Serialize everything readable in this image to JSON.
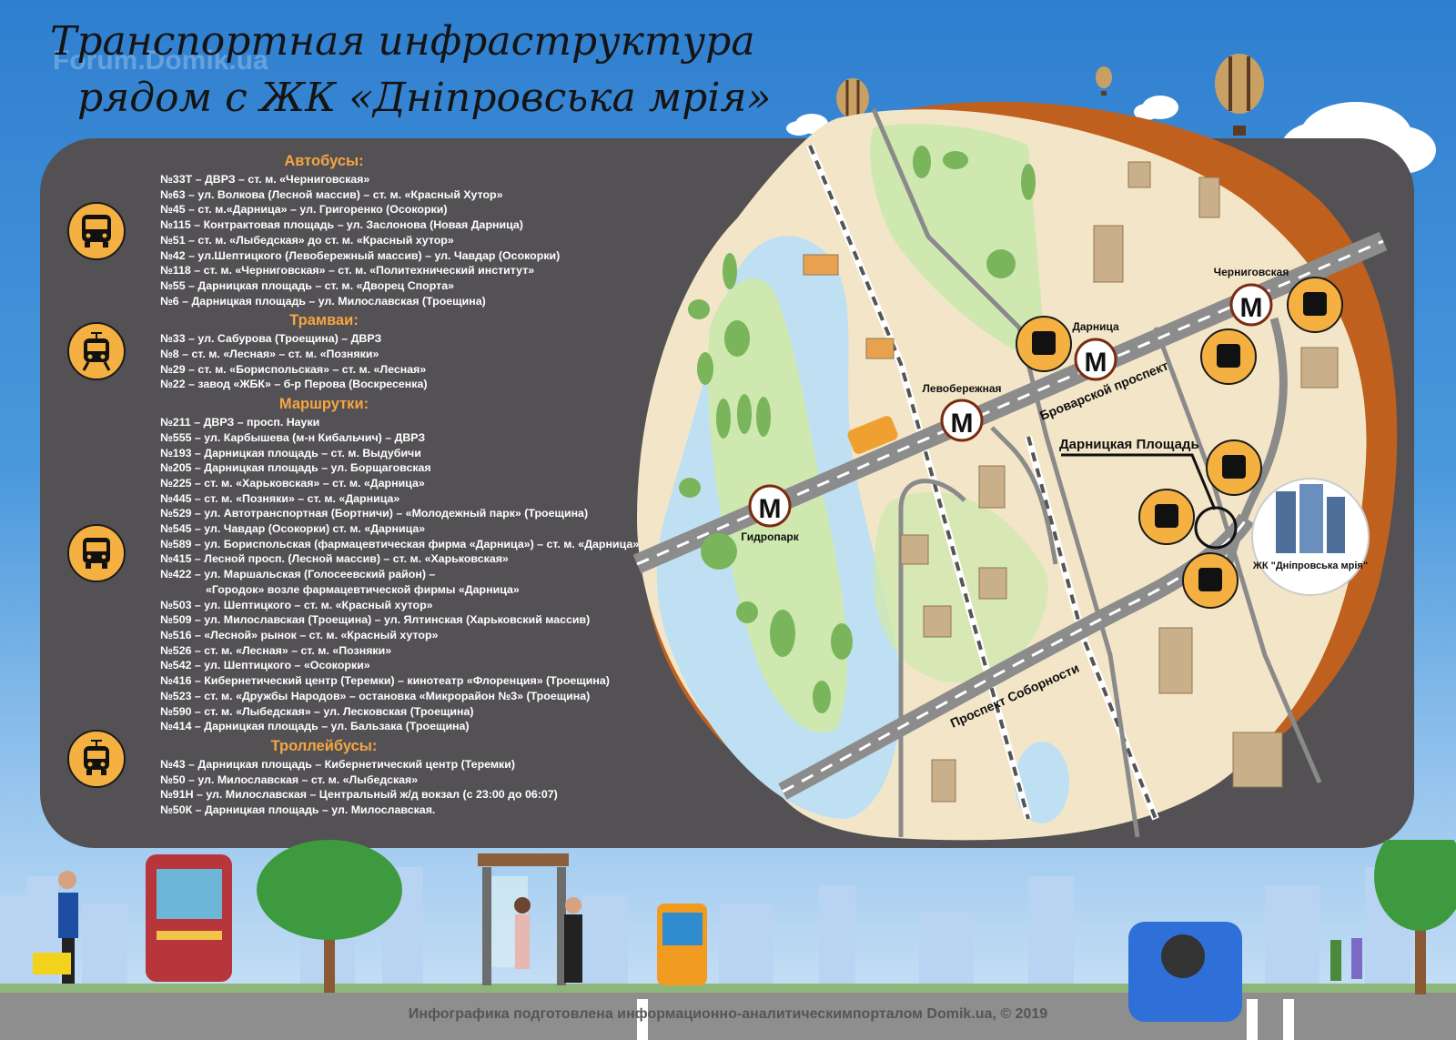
{
  "title": {
    "line1": "Транспортная инфраструктура",
    "line2": "рядом с ЖК «Дніпровська мрія»"
  },
  "watermark": "Forum.Domik.ua",
  "sections": {
    "buses": {
      "title": "Автобусы:",
      "routes": [
        "№33Т – ДВРЗ – ст. м. «Черниговская»",
        "№63 – ул. Волкова (Лесной массив) – ст. м. «Красный Хутор»",
        "№45 – ст. м.«Дарница» – ул. Григоренко (Осокорки)",
        "№115 – Контрактовая площадь – ул. Заслонова (Новая Дарница)",
        "№51 – ст. м. «Лыбедская» до ст. м. «Красный хутор»",
        "№42 – ул.Шептицкого (Левобережный массив) – ул. Чавдар (Осокорки)",
        "№118 – ст. м. «Черниговская» – ст. м. «Политехнический институт»",
        "№55 – Дарницкая площадь – ст. м. «Дворец Спорта»",
        "№6 – Дарницкая площадь – ул. Милославская (Троещина)"
      ]
    },
    "trams": {
      "title": "Трамваи:",
      "routes": [
        "№33 – ул. Сабурова (Троещина) – ДВРЗ",
        "№8 – ст. м. «Лесная» – ст. м. «Позняки»",
        "№29 – ст. м. «Бориспольская» – ст. м. «Лесная»",
        "№22 – завод «ЖБК» – б-р Перова (Воскресенка)"
      ]
    },
    "minibuses": {
      "title": "Маршрутки:",
      "routes": [
        "№211 – ДВРЗ – просп. Науки",
        "№555 – ул. Карбышева (м-н Кибальчич) – ДВРЗ",
        "№193 – Дарницкая площадь – ст. м. Выдубичи",
        "№205 – Дарницкая площадь – ул. Борщаговская",
        "№225 – ст. м. «Харьковская» – ст. м. «Дарница»",
        "№445 – ст. м. «Позняки» – ст. м. «Дарница»",
        "№529 – ул. Автотранспортная (Бортничи) – «Молодежный парк» (Троещина)",
        "№545 – ул. Чавдар (Осокорки) ст. м. «Дарница»",
        "№589 – ул. Бориспольская (фармацевтическая фирма «Дарница») – ст. м. «Дарница»",
        "№415 – Лесной просп. (Лесной массив) – ст. м. «Харьковская»",
        "№422 – ул. Маршальская (Голосеевский район) –",
        "«Городок» возле фармацевтической фирмы «Дарница»",
        "№503 – ул. Шептицкого – ст. м. «Красный хутор»",
        "№509 – ул. Милославская (Троещина) – ул. Ялтинская (Харьковский массив)",
        "№516 – «Лесной» рынок – ст. м. «Красный хутор»",
        "№526 – ст. м. «Лесная» – ст. м. «Позняки»",
        "№542 – ул. Шептицкого – «Осокорки»",
        "№416 – Кибернетический центр (Теремки) – кинотеатр «Флоренция» (Троещина)",
        "№523 – ст. м. «Дружбы Народов» – остановка «Микрорайон №3» (Троещина)",
        "№590 – ст. м. «Лыбедская» – ул. Лесковская (Троещина)",
        "№414 – Дарницкая площадь – ул. Бальзака (Троещина)"
      ]
    },
    "trolleybuses": {
      "title": "Троллейбусы:",
      "routes": [
        "№43 – Дарницкая площадь – Кибернетический центр (Теремки)",
        "№50 – ул. Милославская – ст. м. «Лыбедская»",
        "№91Н – ул. Милославская – Центральный ж/д вокзал (с 23:00 до 06:07)",
        "№50К – Дарницкая площадь – ул. Милославская."
      ]
    }
  },
  "map": {
    "stations": {
      "chernihivska": "Черниговская",
      "darnytsia": "Дарница",
      "livoberezhna": "Левобережная",
      "hydropark": "Гидропарк"
    },
    "streets": {
      "brovarskyi": "Броварской проспект",
      "sobornosti": "Проспект Соборности",
      "darnytska_square": "Дарницкая Площадь"
    },
    "complex": "ЖК \"Дніпровська мрія\"",
    "metro_letter": "M"
  },
  "footer": "Инфографика подготовлена информационно-аналитическимпорталом Domik.ua, © 2019",
  "colors": {
    "sky": "#3b8ad6",
    "panel": "#545155",
    "accent": "#f5a640",
    "metro": "#2e9a3a",
    "water": "#bfe0f2",
    "land": "#f3e6c8",
    "park": "#cfe8b0",
    "rim": "#c0601f"
  }
}
